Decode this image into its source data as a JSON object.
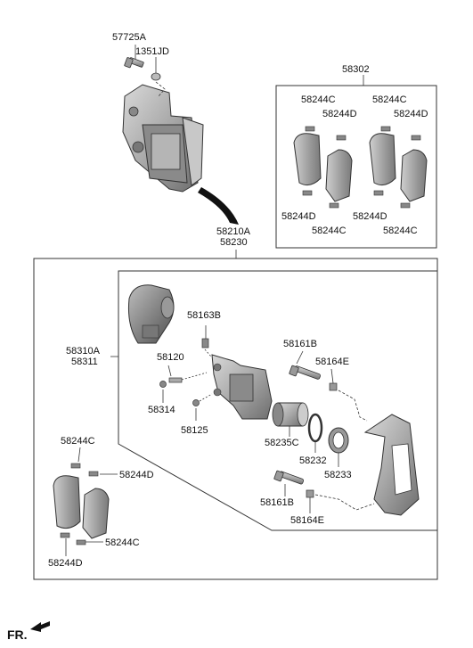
{
  "labels": {
    "p57725A": "57725A",
    "p1351JD": "1351JD",
    "p58302": "58302",
    "p58244C": "58244C",
    "p58244D": "58244D",
    "p58210A": "58210A",
    "p58230": "58230",
    "p58310A": "58310A",
    "p58311": "58311",
    "p58163B": "58163B",
    "p58120": "58120",
    "p58314": "58314",
    "p58125": "58125",
    "p58161B": "58161B",
    "p58164E": "58164E",
    "p58235C": "58235C",
    "p58232": "58232",
    "p58233": "58233",
    "fr": "FR."
  }
}
